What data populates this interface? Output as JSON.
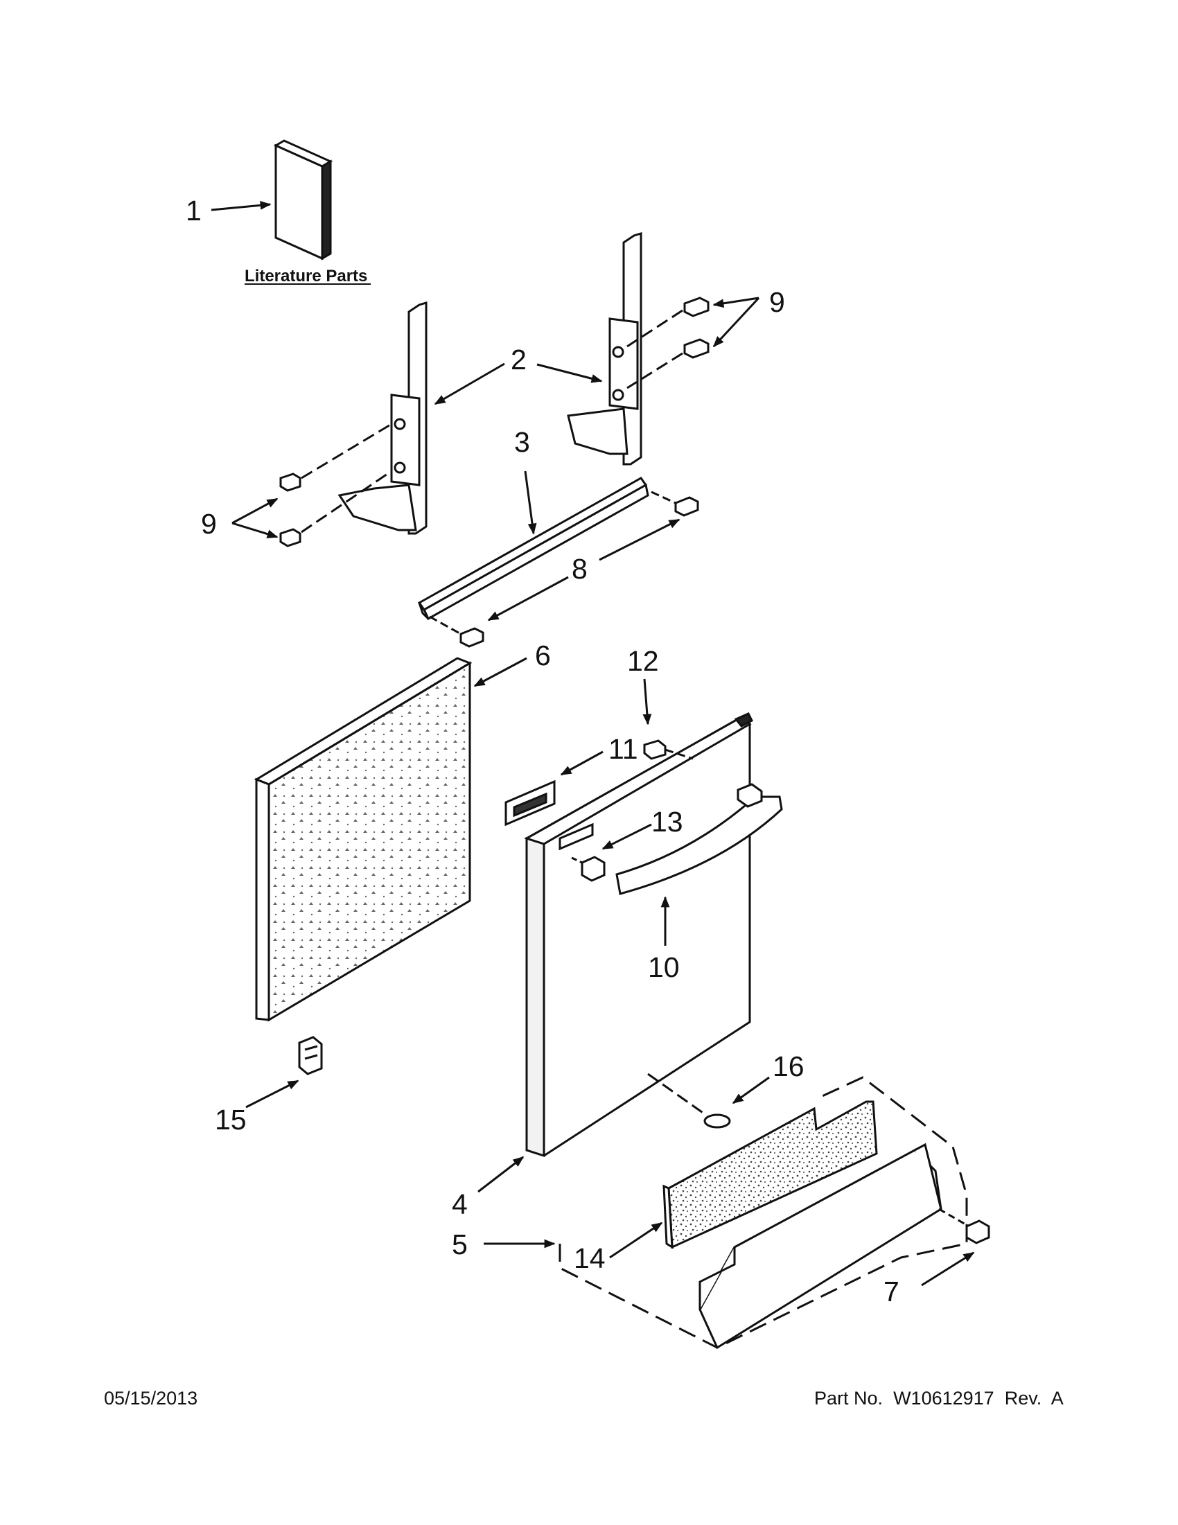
{
  "diagram": {
    "literature_label": "Literature Parts",
    "callouts": {
      "c1": "1",
      "c2": "2",
      "c3": "3",
      "c4": "4",
      "c5": "5",
      "c6": "6",
      "c7": "7",
      "c8": "8",
      "c9a": "9",
      "c9b": "9",
      "c10": "10",
      "c11": "11",
      "c12": "12",
      "c13": "13",
      "c14": "14",
      "c15": "15",
      "c16": "16"
    }
  },
  "footer": {
    "date": "05/15/2013",
    "part_label": "Part No.",
    "part_number": "W10612917",
    "rev_label": "Rev.",
    "rev_value": "A"
  }
}
